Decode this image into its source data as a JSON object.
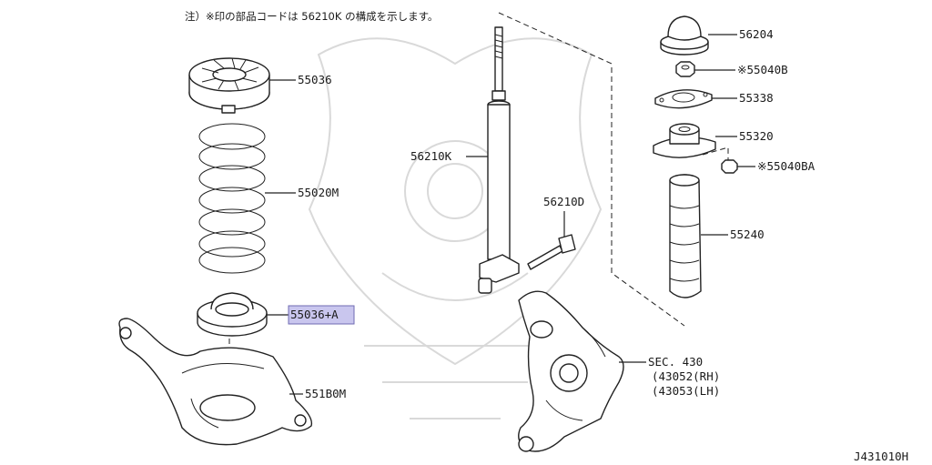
{
  "note": "注）※印の部品コードは 56210K の構成を示します。",
  "diagram_code": "J431010H",
  "highlight_color": "#c9c6ee",
  "labels": {
    "p55036": "55036",
    "p55020M": "55020M",
    "p55036A": "55036+A",
    "p551B0M": "551B0M",
    "p56210K": "56210K",
    "p56210D": "56210D",
    "p56204": "56204",
    "p55040B": "※55040B",
    "p55338": "55338",
    "p55320": "55320",
    "p55040BA": "※55040BA",
    "p55240": "55240",
    "sec_title": "SEC. 430",
    "sec_rh": "(43052(RH)",
    "sec_lh": "(43053(LH)"
  }
}
